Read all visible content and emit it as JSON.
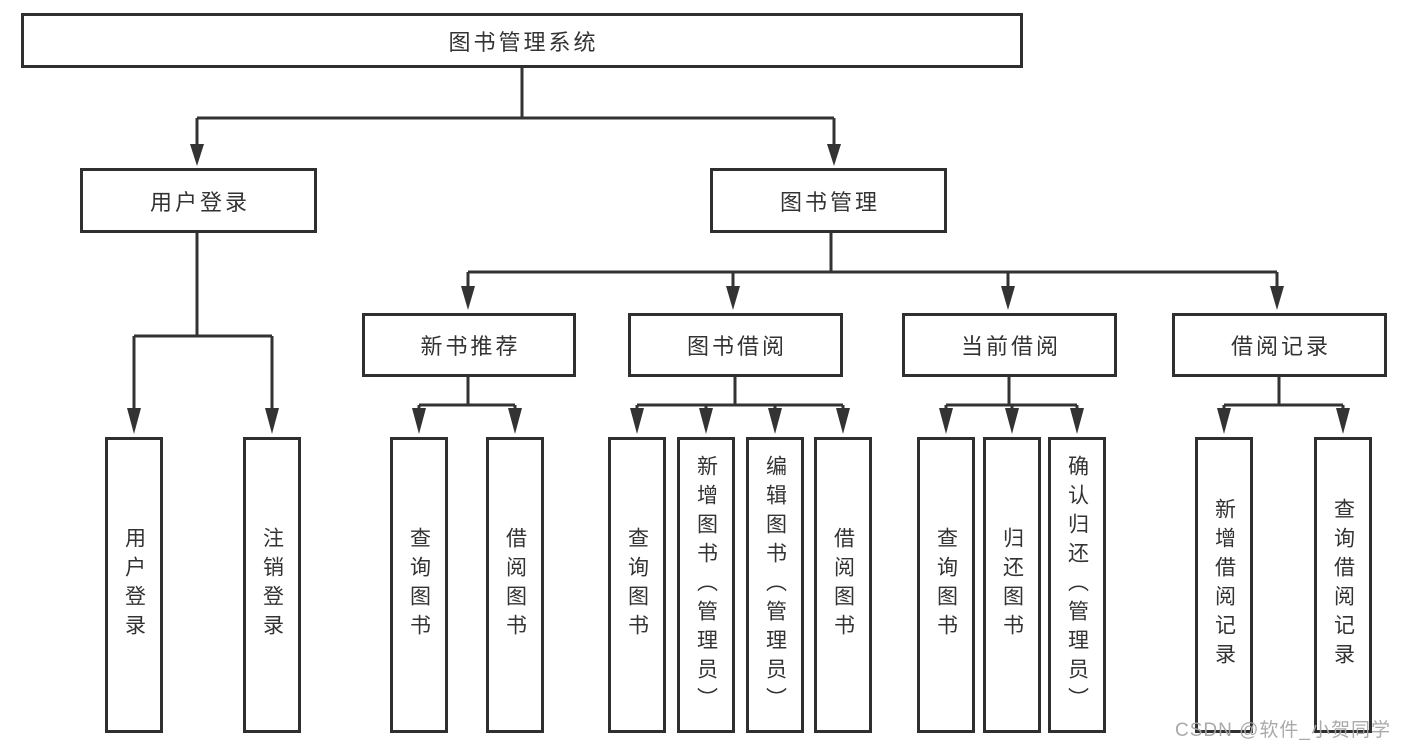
{
  "tree": {
    "root": {
      "label": "图书管理系统",
      "children": [
        {
          "label": "用户登录",
          "children": [
            {
              "label": "用户登录"
            },
            {
              "label": "注销登录"
            }
          ]
        },
        {
          "label": "图书管理",
          "children": [
            {
              "label": "新书推荐",
              "children": [
                {
                  "label": "查询图书"
                },
                {
                  "label": "借阅图书"
                }
              ]
            },
            {
              "label": "图书借阅",
              "children": [
                {
                  "label": "查询图书"
                },
                {
                  "label": "新增图书（管理员）"
                },
                {
                  "label": "编辑图书（管理员）"
                },
                {
                  "label": "借阅图书"
                }
              ]
            },
            {
              "label": "当前借阅",
              "children": [
                {
                  "label": "查询图书"
                },
                {
                  "label": "归还图书"
                },
                {
                  "label": "确认归还（管理员）"
                }
              ]
            },
            {
              "label": "借阅记录",
              "children": [
                {
                  "label": "新增借阅记录"
                },
                {
                  "label": "查询借阅记录"
                }
              ]
            }
          ]
        }
      ]
    }
  },
  "watermark": {
    "text": "CSDN @软件_小贺同学"
  },
  "colors": {
    "line": "#333333",
    "box_border": "#2f2f2f",
    "text": "#333333",
    "box_background": "#ffffff",
    "page_background": "#ffffff",
    "watermark": "#a5a5a5"
  }
}
